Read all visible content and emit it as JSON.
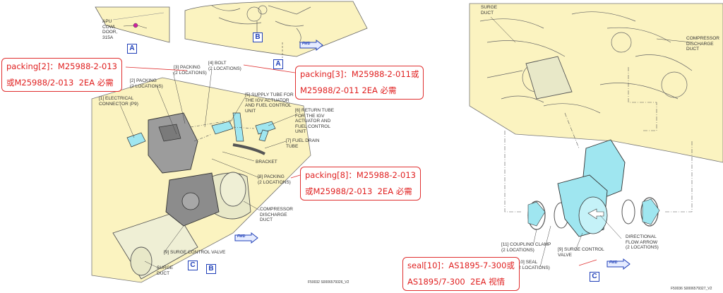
{
  "left": {
    "labels": {
      "apu_cowl_door": "APU\nCOWL\nDOOR,\n315A",
      "packing_3": "[3] PACKING\n(2 LOCATIONS)",
      "bolt_4": "[4] BOLT\n(2 LOCATIONS)",
      "packing_2": "[2] PACKING\n(2 LOCATIONS)",
      "electrical_connector": "[1] ELECTRICAL\nCONNECTOR (P9)",
      "supply_tube": "[5] SUPPLY TUBE FOR\nTHE IGV ACTUATOR\nAND FUEL CONTROL\nUNIT",
      "return_tube": "[6] RETURN TUBE\nFOR THE IGV\nACTUATOR AND\nFUEL CONTROL\nUNIT",
      "fuel_drain_tube": "[7] FUEL DRAIN\nTUBE",
      "bracket": "BRACKET",
      "packing_8": "[8] PACKING\n(2 LOCATIONS)",
      "compressor_discharge_duct": "COMPRESSOR\nDISCHARGE\nDUCT",
      "surge_control_valve": "[9] SURGE CONTROL VALVE",
      "surge_duct": "SURGE\nDUCT"
    },
    "view_boxes": {
      "a1": "A",
      "b1": "B",
      "a2": "A",
      "c": "C",
      "b2": "B"
    },
    "fwd": "FWD",
    "figure_id": "F50032 S0006579326_V2",
    "callouts": {
      "packing_2": "packing[2]：M25988-2-013\n或M25988/2-013  2EA 必需",
      "packing_3": "packing[3]：M25988-2-011或\nM25988/2-011 2EA 必需",
      "packing_8": "packing[8]：M25988-2-013\n或M25988/2-013  2EA 必需"
    }
  },
  "right": {
    "labels": {
      "surge_duct": "SURGE\nDUCT",
      "compressor_discharge_duct": "COMPRESSOR\nDISCHARGE\nDUCT",
      "coupling_clamp": "[11] COUPLING CLAMP\n(2 LOCATIONS)",
      "surge_control_valve": "[9] SURGE CONTROL\nVALVE",
      "seal_10": "[10] SEAL\n(2 LOCATIONS)",
      "directional_arrow": "DIRECTIONAL\nFLOW ARROW\n(2 LOCATIONS)"
    },
    "view_box": "C",
    "fwd": "FWD",
    "figure_id": "F50036 S0006579327_V2",
    "callouts": {
      "seal_10": "seal[10]：AS1895-7-300或\nAS1895/7-300  2EA 视情"
    }
  },
  "colors": {
    "engine_fill": "#fbf3c0",
    "part_cyan": "#9fe6f0",
    "line": "#555555",
    "box_blue": "#1f3fb8",
    "callout_red": "#e02020"
  }
}
